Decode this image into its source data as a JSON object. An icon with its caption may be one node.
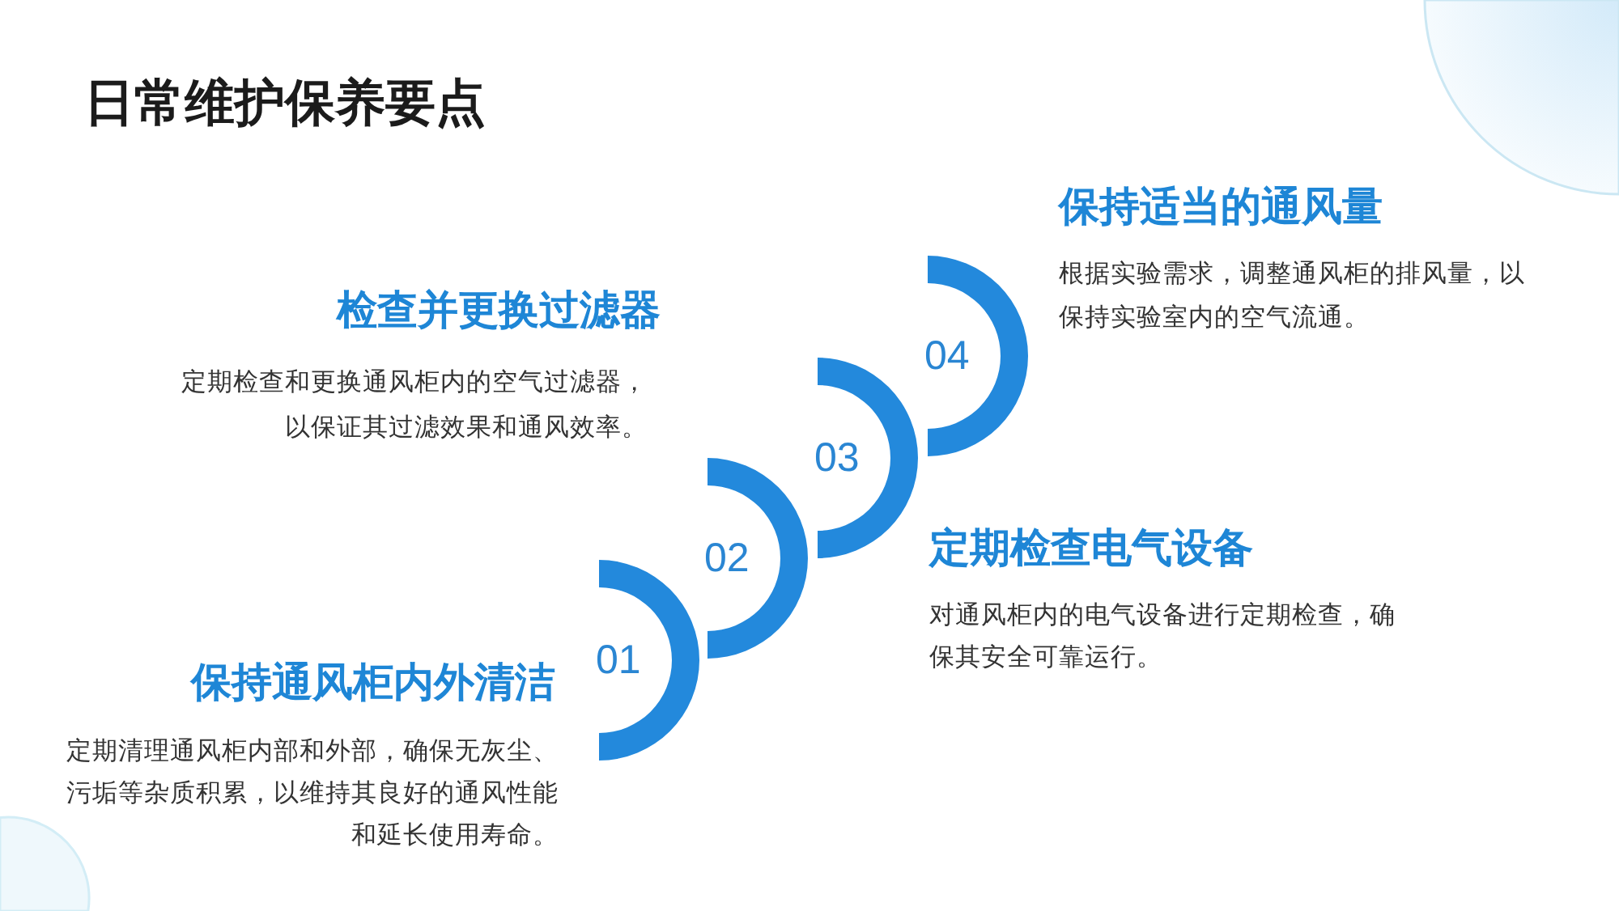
{
  "diagram": {
    "title": "日常维护保养要点",
    "nodes": [
      {
        "text": [
          "01"
        ],
        "beside": [
          "保持通风柜内外清洁",
          "定期清理通风柜内部和外部，确保无灰尘、污垢等杂质积累，以维持其良好的通风性能和延长使用寿命。"
        ]
      },
      {
        "text": [
          "02"
        ],
        "beside": [
          "定期检查电气设备",
          "对通风柜内的电气设备进行定期检查，确保其安全可靠运行。"
        ]
      },
      {
        "text": [
          "03"
        ],
        "beside": [
          "检查并更换过滤器",
          "定期检查和更换通风柜内的空气过滤器，以保证其过滤效果和通风效率。"
        ]
      },
      {
        "text": [
          "04"
        ],
        "beside": [
          "保持适当的通风量",
          "根据实验需求，调整通风柜的排风量，以保持实验室内的空气流通。"
        ]
      }
    ]
  }
}
